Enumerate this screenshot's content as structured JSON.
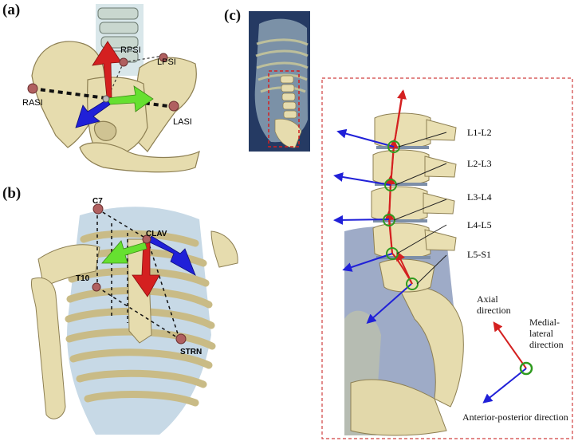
{
  "panels": {
    "a": {
      "label": "(a)",
      "markers": [
        "RPSI",
        "LPSI",
        "RASI",
        "LASI"
      ]
    },
    "b": {
      "label": "(b)",
      "markers": [
        "C7",
        "CLAV",
        "T10",
        "STRN"
      ]
    },
    "c": {
      "label": "(c)",
      "levels": [
        "L1-L2",
        "L2-L3",
        "L3-L4",
        "L4-L5",
        "L5-S1"
      ],
      "axis_labels": {
        "axial": "Axial direction",
        "medial_lateral": "Medial-lateral direction",
        "anterior_posterior": "Anterior-posterior direction"
      }
    }
  },
  "colors": {
    "axial": "#d42020",
    "medial_lateral": "#66e030",
    "anterior_posterior": "#2020d8",
    "marker": "#b06060",
    "bone": "#e6dcae",
    "bone_dark": "#b3a676",
    "inset_frame": "#d04040",
    "joint_ring": "#2f9a1f"
  }
}
